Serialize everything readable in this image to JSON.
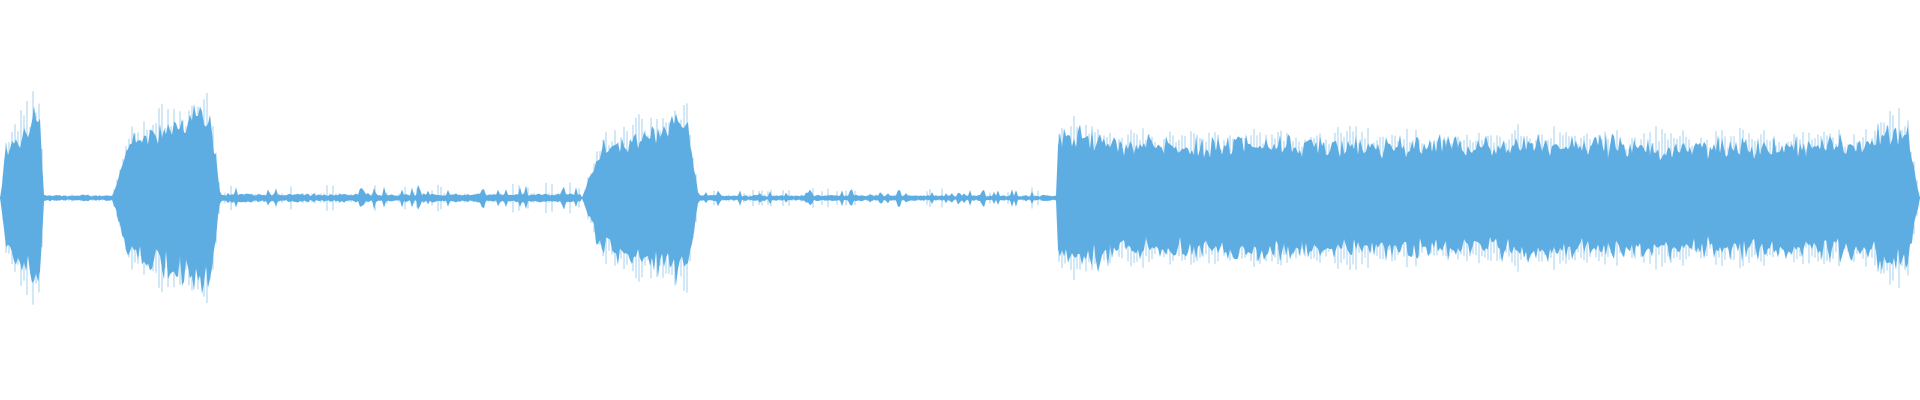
{
  "waveform": {
    "color": "#5dade2",
    "background": "#ffffff",
    "segments": [
      {
        "start": 0.0,
        "end": 0.023,
        "amplitude": 0.62,
        "type": "burst"
      },
      {
        "start": 0.023,
        "end": 0.058,
        "amplitude": 0.02,
        "type": "silence"
      },
      {
        "start": 0.058,
        "end": 0.115,
        "amplitude": 0.62,
        "type": "burst"
      },
      {
        "start": 0.115,
        "end": 0.303,
        "amplitude": 0.03,
        "type": "noise"
      },
      {
        "start": 0.303,
        "end": 0.364,
        "amplitude": 0.56,
        "type": "burst"
      },
      {
        "start": 0.364,
        "end": 0.551,
        "amplitude": 0.02,
        "type": "noise"
      },
      {
        "start": 0.551,
        "end": 1.0,
        "amplitude": 0.35,
        "type": "sustain"
      }
    ]
  }
}
